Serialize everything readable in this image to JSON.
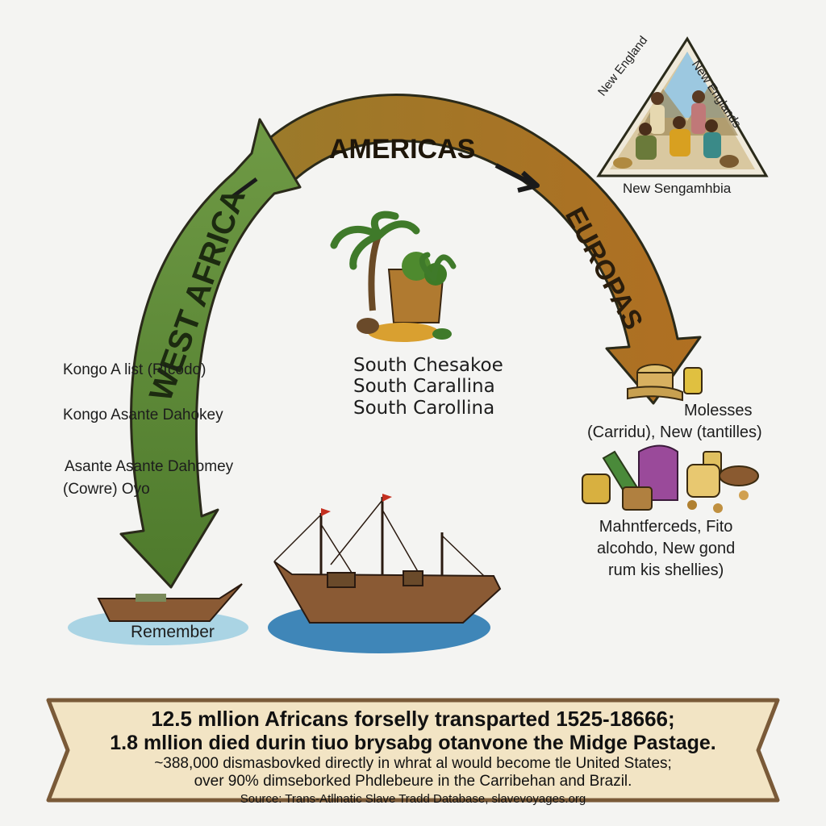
{
  "arrows": {
    "west_africa": "WEST AFRICA",
    "americas": "AMERICAS",
    "europe": "EUROPAS",
    "colors": {
      "green": "#5f8a3a",
      "brown": "#b07a2a",
      "outline": "#2a2a1a"
    }
  },
  "left_labels": {
    "row1": "Kongo    A    list (Rtcodo)",
    "row2": "Kongo   Asante  Dahokey",
    "row3a": "Asante   Asante Dahomey",
    "row3b": "(Cowre)   Oyo"
  },
  "middle_labels": [
    "South Chesakoe",
    "South Carallina",
    "South Carollina"
  ],
  "triangle_inset": {
    "left_text": "New England",
    "right_text": "New Englands",
    "caption": "New Sengamhbia"
  },
  "right_goods": {
    "top": [
      "Molesses",
      "(Carridu), New (tantilles)"
    ],
    "bottom": [
      "Mahntferceds, Fito",
      "alcohdo, New gond",
      "rum  kis shellies)"
    ]
  },
  "boat_label": "Remember",
  "banner": {
    "line1": "12.5 mllion Africans forselly transparted 1525-18666;",
    "line2": "1.8 mllion died durin tiuo brysabg otanvone the Midge Pastage.",
    "line3": "~388,000 dismasbovked directly in whrat al would become tle United States;",
    "line4": "over 90% dimseborked Phdlebeure in the Carribehan and Brazil.",
    "source": "Source: Trans-Atllnatic Slave Tradd Database, slavevoyages.org",
    "colors": {
      "fill": "#f2e4c4",
      "border": "#7a5a38"
    }
  }
}
